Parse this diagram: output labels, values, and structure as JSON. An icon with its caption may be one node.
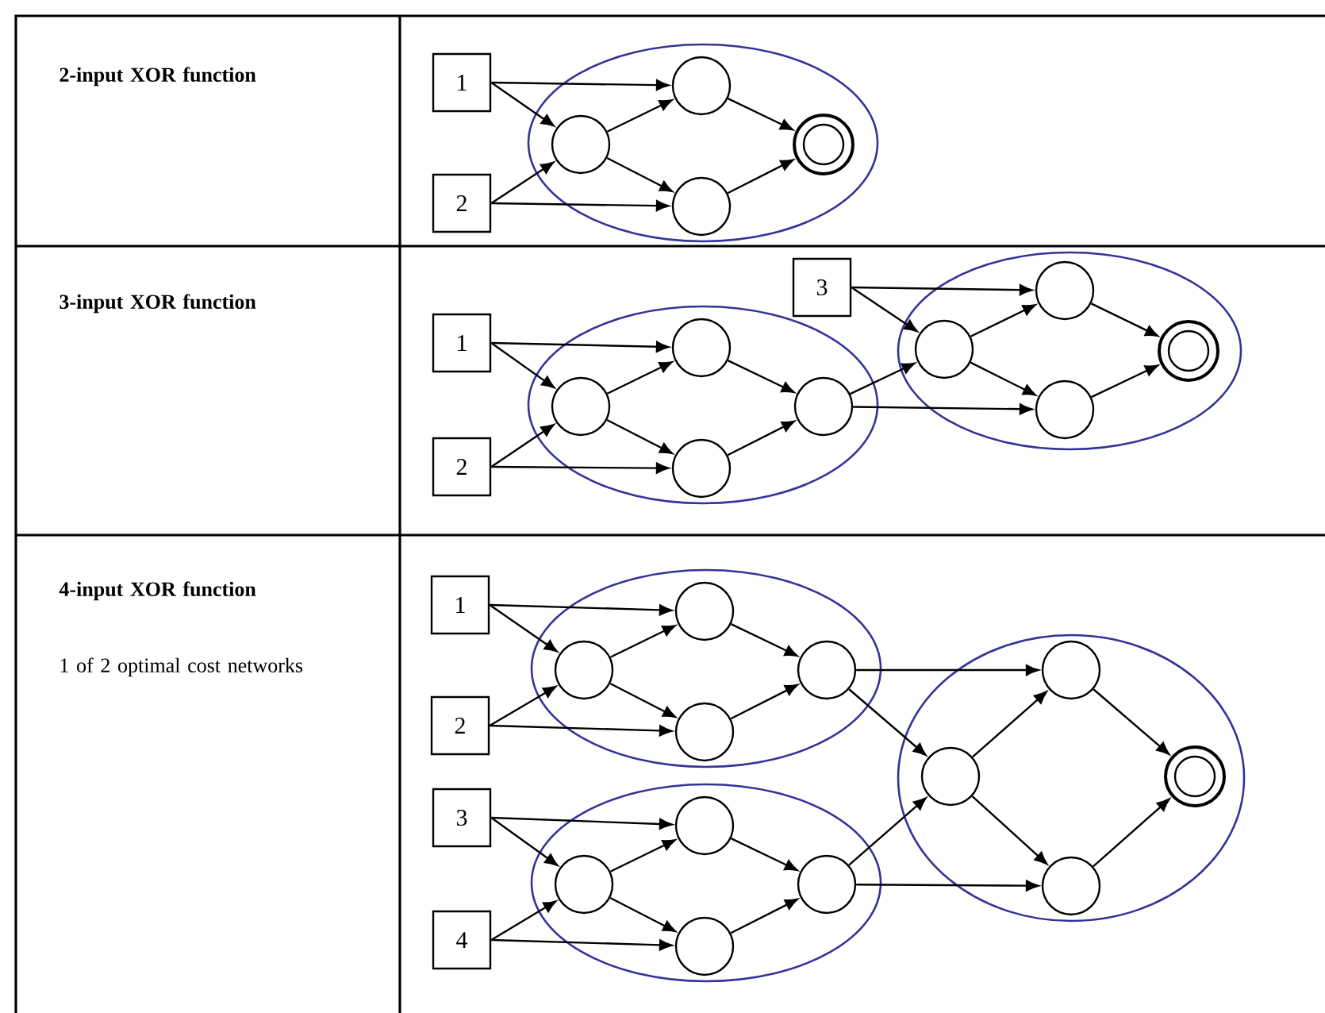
{
  "diagram": {
    "nodes": [
      {
        "text": [
          "1"
        ]
      },
      {
        "text": [
          "2"
        ]
      },
      {
        "text": [],
        "shape": "ellipse"
      },
      {
        "text": [],
        "shape": "circle",
        "in": 2
      },
      {
        "text": [],
        "shape": "circle",
        "in": 2
      },
      {
        "text": [],
        "shape": "circle",
        "in": 2
      },
      {
        "text": [],
        "shape": "ring",
        "in": 2
      },
      {
        "text": [
          "1"
        ]
      },
      {
        "text": [
          "2"
        ]
      },
      {
        "text": [],
        "shape": "ellipse"
      },
      {
        "text": [],
        "shape": "circle",
        "in": 9
      },
      {
        "text": [],
        "shape": "circle",
        "in": 9
      },
      {
        "text": [],
        "shape": "circle",
        "in": 9
      },
      {
        "text": [],
        "shape": "circle",
        "in": 9
      },
      {
        "text": [
          "3"
        ]
      },
      {
        "text": [],
        "shape": "ellipse"
      },
      {
        "text": [],
        "shape": "circle",
        "in": 15
      },
      {
        "text": [],
        "shape": "circle",
        "in": 15
      },
      {
        "text": [],
        "shape": "circle",
        "in": 15
      },
      {
        "text": [],
        "shape": "ring",
        "in": 15
      },
      {
        "text": [
          "1"
        ]
      },
      {
        "text": [
          "2"
        ]
      },
      {
        "text": [],
        "shape": "ellipse"
      },
      {
        "text": [],
        "shape": "circle",
        "in": 22
      },
      {
        "text": [],
        "shape": "circle",
        "in": 22
      },
      {
        "text": [],
        "shape": "circle",
        "in": 22
      },
      {
        "text": [],
        "shape": "circle",
        "in": 22
      },
      {
        "text": [
          "3"
        ]
      },
      {
        "text": [
          "4"
        ]
      },
      {
        "text": [],
        "shape": "ellipse"
      },
      {
        "text": [],
        "shape": "circle",
        "in": 29
      },
      {
        "text": [],
        "shape": "circle",
        "in": 29
      },
      {
        "text": [],
        "shape": "circle",
        "in": 29
      },
      {
        "text": [],
        "shape": "circle",
        "in": 29
      },
      {
        "text": [],
        "shape": "ellipse"
      },
      {
        "text": [],
        "shape": "circle",
        "in": 34
      },
      {
        "text": [],
        "shape": "circle",
        "in": 34
      },
      {
        "text": [],
        "shape": "circle",
        "in": 34
      },
      {
        "text": [],
        "shape": "ring",
        "in": 34
      }
    ],
    "edges": [
      {
        "from": 0,
        "to": 4,
        "arrow": "to"
      },
      {
        "from": 0,
        "to": 3,
        "arrow": "to"
      },
      {
        "from": 1,
        "to": 3,
        "arrow": "to"
      },
      {
        "from": 1,
        "to": 5,
        "arrow": "to"
      },
      {
        "from": 3,
        "to": 4,
        "arrow": "to"
      },
      {
        "from": 3,
        "to": 5,
        "arrow": "to"
      },
      {
        "from": 4,
        "to": 6,
        "arrow": "to"
      },
      {
        "from": 5,
        "to": 6,
        "arrow": "to"
      },
      {
        "from": 7,
        "to": 11,
        "arrow": "to"
      },
      {
        "from": 7,
        "to": 10,
        "arrow": "to"
      },
      {
        "from": 8,
        "to": 10,
        "arrow": "to"
      },
      {
        "from": 8,
        "to": 12,
        "arrow": "to"
      },
      {
        "from": 10,
        "to": 11,
        "arrow": "to"
      },
      {
        "from": 10,
        "to": 12,
        "arrow": "to"
      },
      {
        "from": 11,
        "to": 13,
        "arrow": "to"
      },
      {
        "from": 12,
        "to": 13,
        "arrow": "to"
      },
      {
        "from": 14,
        "to": 17,
        "arrow": "to"
      },
      {
        "from": 14,
        "to": 16,
        "arrow": "to"
      },
      {
        "from": 13,
        "to": 16,
        "arrow": "to"
      },
      {
        "from": 13,
        "to": 18,
        "arrow": "to"
      },
      {
        "from": 16,
        "to": 17,
        "arrow": "to"
      },
      {
        "from": 16,
        "to": 18,
        "arrow": "to"
      },
      {
        "from": 17,
        "to": 19,
        "arrow": "to"
      },
      {
        "from": 18,
        "to": 19,
        "arrow": "to"
      },
      {
        "from": 20,
        "to": 24,
        "arrow": "to"
      },
      {
        "from": 20,
        "to": 23,
        "arrow": "to"
      },
      {
        "from": 21,
        "to": 23,
        "arrow": "to"
      },
      {
        "from": 21,
        "to": 25,
        "arrow": "to"
      },
      {
        "from": 23,
        "to": 24,
        "arrow": "to"
      },
      {
        "from": 23,
        "to": 25,
        "arrow": "to"
      },
      {
        "from": 24,
        "to": 26,
        "arrow": "to"
      },
      {
        "from": 25,
        "to": 26,
        "arrow": "to"
      },
      {
        "from": 27,
        "to": 31,
        "arrow": "to"
      },
      {
        "from": 27,
        "to": 30,
        "arrow": "to"
      },
      {
        "from": 28,
        "to": 30,
        "arrow": "to"
      },
      {
        "from": 28,
        "to": 32,
        "arrow": "to"
      },
      {
        "from": 30,
        "to": 31,
        "arrow": "to"
      },
      {
        "from": 30,
        "to": 32,
        "arrow": "to"
      },
      {
        "from": 31,
        "to": 33,
        "arrow": "to"
      },
      {
        "from": 32,
        "to": 33,
        "arrow": "to"
      },
      {
        "from": 26,
        "to": 36,
        "arrow": "to"
      },
      {
        "from": 26,
        "to": 35,
        "arrow": "to"
      },
      {
        "from": 33,
        "to": 35,
        "arrow": "to"
      },
      {
        "from": 33,
        "to": 37,
        "arrow": "to"
      },
      {
        "from": 35,
        "to": 36,
        "arrow": "to"
      },
      {
        "from": 35,
        "to": 37,
        "arrow": "to"
      },
      {
        "from": 36,
        "to": 38,
        "arrow": "to"
      },
      {
        "from": 37,
        "to": 38,
        "arrow": "to"
      }
    ],
    "labels": [
      "2-input XOR function",
      "3-input XOR function",
      "4-input XOR function",
      "1 of 2 optimal cost networks"
    ]
  }
}
